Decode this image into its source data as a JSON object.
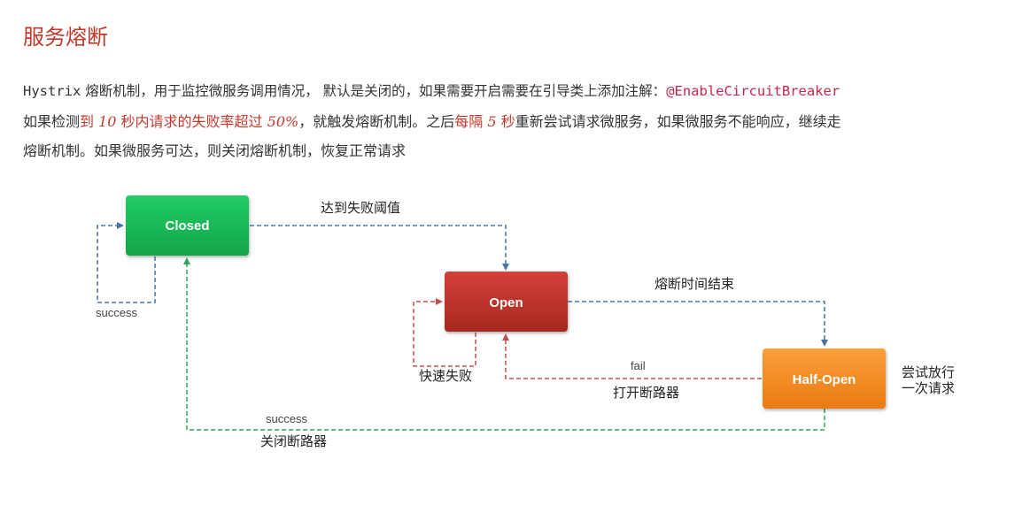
{
  "title": "服务熔断",
  "intro": {
    "line1_lead": "Hystrix",
    "line1_text": " 熔断机制，用于监控微服务调用情况， 默认是关闭的，如果需要开启需要在引导类上添加注解：",
    "line1_code": "@EnableCircuitBreaker",
    "line2_a": "如果检测",
    "line2_hl1": "到 ",
    "line2_num1": "10",
    "line2_hl2": " 秒内请求的失败率超过 ",
    "line2_num2": "50%",
    "line2_b": "，就触发熔断机制。之后",
    "line2_hl3": "每隔 ",
    "line2_num3": "5",
    "line2_hl4": " 秒",
    "line2_c": "重新尝试请求微服务，如果微服务不能响应，继续走",
    "line3": "熔断机制。如果微服务可达，则关闭熔断机制，恢复正常请求"
  },
  "diagram": {
    "nodes": {
      "closed": "Closed",
      "open": "Open",
      "half_open": "Half-Open"
    },
    "edges": {
      "closed_to_open": "达到失败阈值",
      "closed_self": "success",
      "open_self": "快速失败",
      "open_to_half": "熔断时间结束",
      "half_to_open_top": "fail",
      "half_to_open_bottom": "打开断路器",
      "half_to_closed_top": "success",
      "half_to_closed_bottom": "关闭断路器"
    },
    "side_note": {
      "line1": "尝试放行",
      "line2": "一次请求"
    },
    "colors": {
      "closed": "#1db954",
      "open": "#b8302c",
      "half_open": "#f28a1e",
      "blue_edge": "#4a74a8",
      "red_edge": "#c0504d",
      "green_edge": "#2ea84e"
    }
  }
}
